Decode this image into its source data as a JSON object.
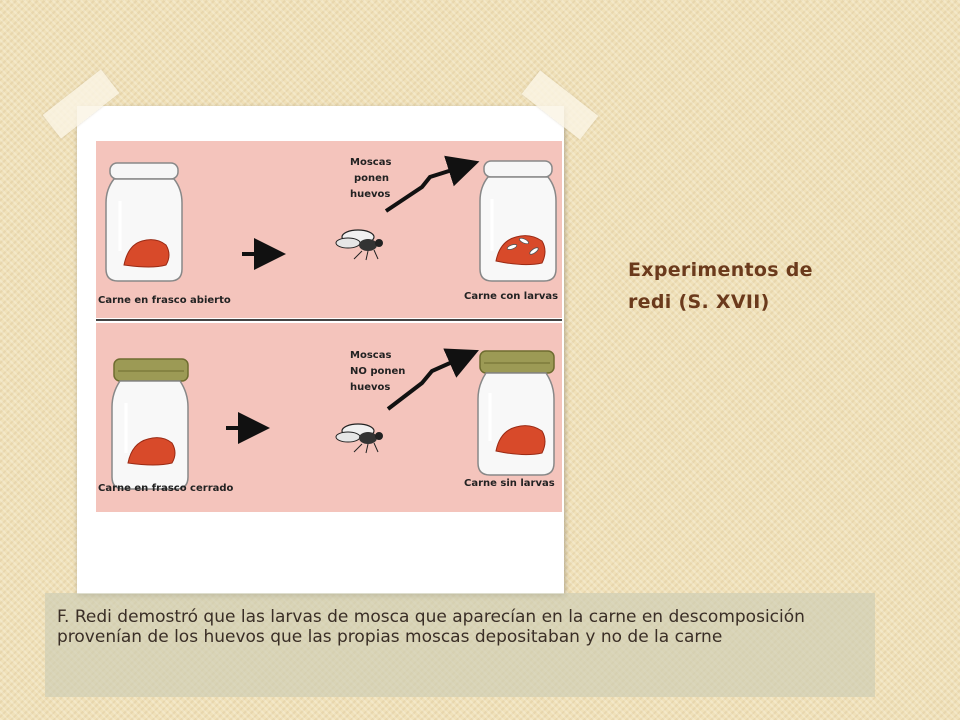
{
  "slide": {
    "title_line1": "Experimentos de",
    "title_line2": "redi (S. XVII)",
    "caption": "F. Redi demostró que las larvas de mosca que aparecían en la carne en descomposición provenían de los huevos que las propias moscas depositaban y no de la carne"
  },
  "illustration": {
    "top_panel": {
      "fly_label_1": "Moscas",
      "fly_label_2": "ponen",
      "fly_label_3": "huevos",
      "left_caption": "Carne en frasco abierto",
      "right_caption": "Carne con larvas"
    },
    "bottom_panel": {
      "fly_label_1": "Moscas",
      "fly_label_2": "NO ponen",
      "fly_label_3": "huevos",
      "left_caption": "Carne en frasco cerrado",
      "right_caption": "Carne sin larvas"
    }
  },
  "colors": {
    "panel_background": "#f4c4bc",
    "meat": "#d84a2a",
    "jar_lid": "#9c9a55",
    "title": "#6b3a1c"
  }
}
